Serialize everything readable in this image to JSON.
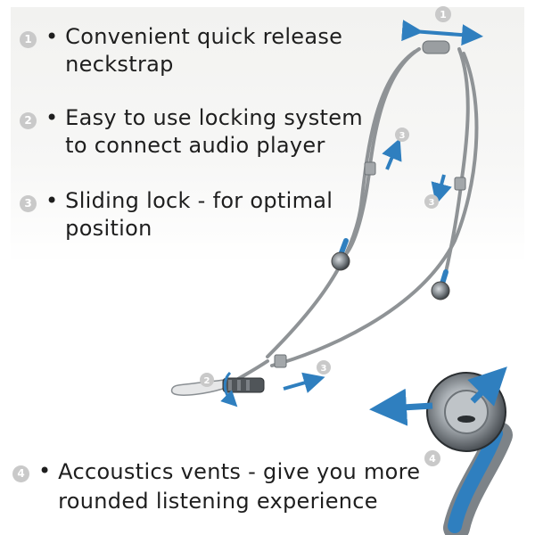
{
  "features": [
    {
      "number": "1",
      "bullet": "•",
      "lines": [
        "Convenient quick release",
        "neckstrap"
      ]
    },
    {
      "number": "2",
      "bullet": "•",
      "lines": [
        "Easy to use locking system",
        "to connect audio player"
      ]
    },
    {
      "number": "3",
      "bullet": "•",
      "lines": [
        "Sliding lock - for optimal",
        "position"
      ]
    },
    {
      "number": "4",
      "bullet": "•",
      "lines": [
        "Accoustics vents - give you more",
        "rounded listening experience"
      ]
    }
  ],
  "callouts": {
    "top_release": "1",
    "upper_lock": "3",
    "side_lock": "3",
    "lower_lock": "3",
    "connector": "2",
    "vent": "4"
  },
  "colors": {
    "accent_blue": "#2f7fbf",
    "cable_gray": "#8f9396",
    "badge_gray": "#c9c9c9",
    "text": "#1e1e1e"
  },
  "icons": [
    "arrow-icon",
    "earbud-icon",
    "connector-icon",
    "numbered-badge-icon"
  ]
}
